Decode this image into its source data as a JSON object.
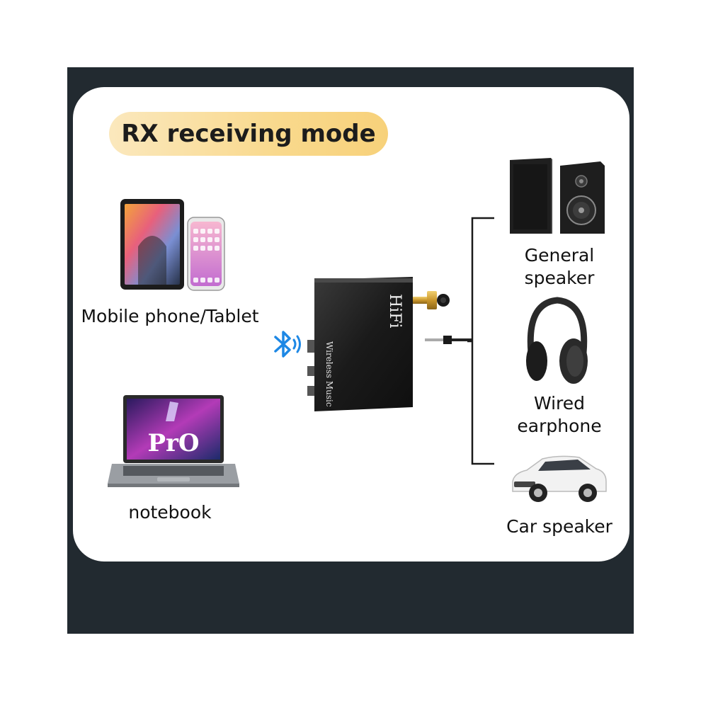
{
  "title": "RX receiving mode",
  "device": {
    "brand_text": "HiFi",
    "side_text": "Wireless Music"
  },
  "sources": [
    {
      "label": "Mobile phone/Tablet",
      "icon": "tablet-phone-icon"
    },
    {
      "label": "notebook",
      "icon": "laptop-icon",
      "screen_text": "PrO"
    }
  ],
  "outputs": [
    {
      "label": "General speaker",
      "label_lines": [
        "General",
        "speaker"
      ],
      "icon": "bookshelf-speakers-icon"
    },
    {
      "label": "Wired earphone",
      "label_lines": [
        "Wired",
        "earphone"
      ],
      "icon": "headphones-icon"
    },
    {
      "label": "Car speaker",
      "icon": "car-icon"
    }
  ],
  "connection_icon": "bluetooth-icon",
  "colors": {
    "frame": "#222a30",
    "card": "#ffffff",
    "pill": "#f9d98d",
    "bluetooth": "#1e88e5"
  }
}
